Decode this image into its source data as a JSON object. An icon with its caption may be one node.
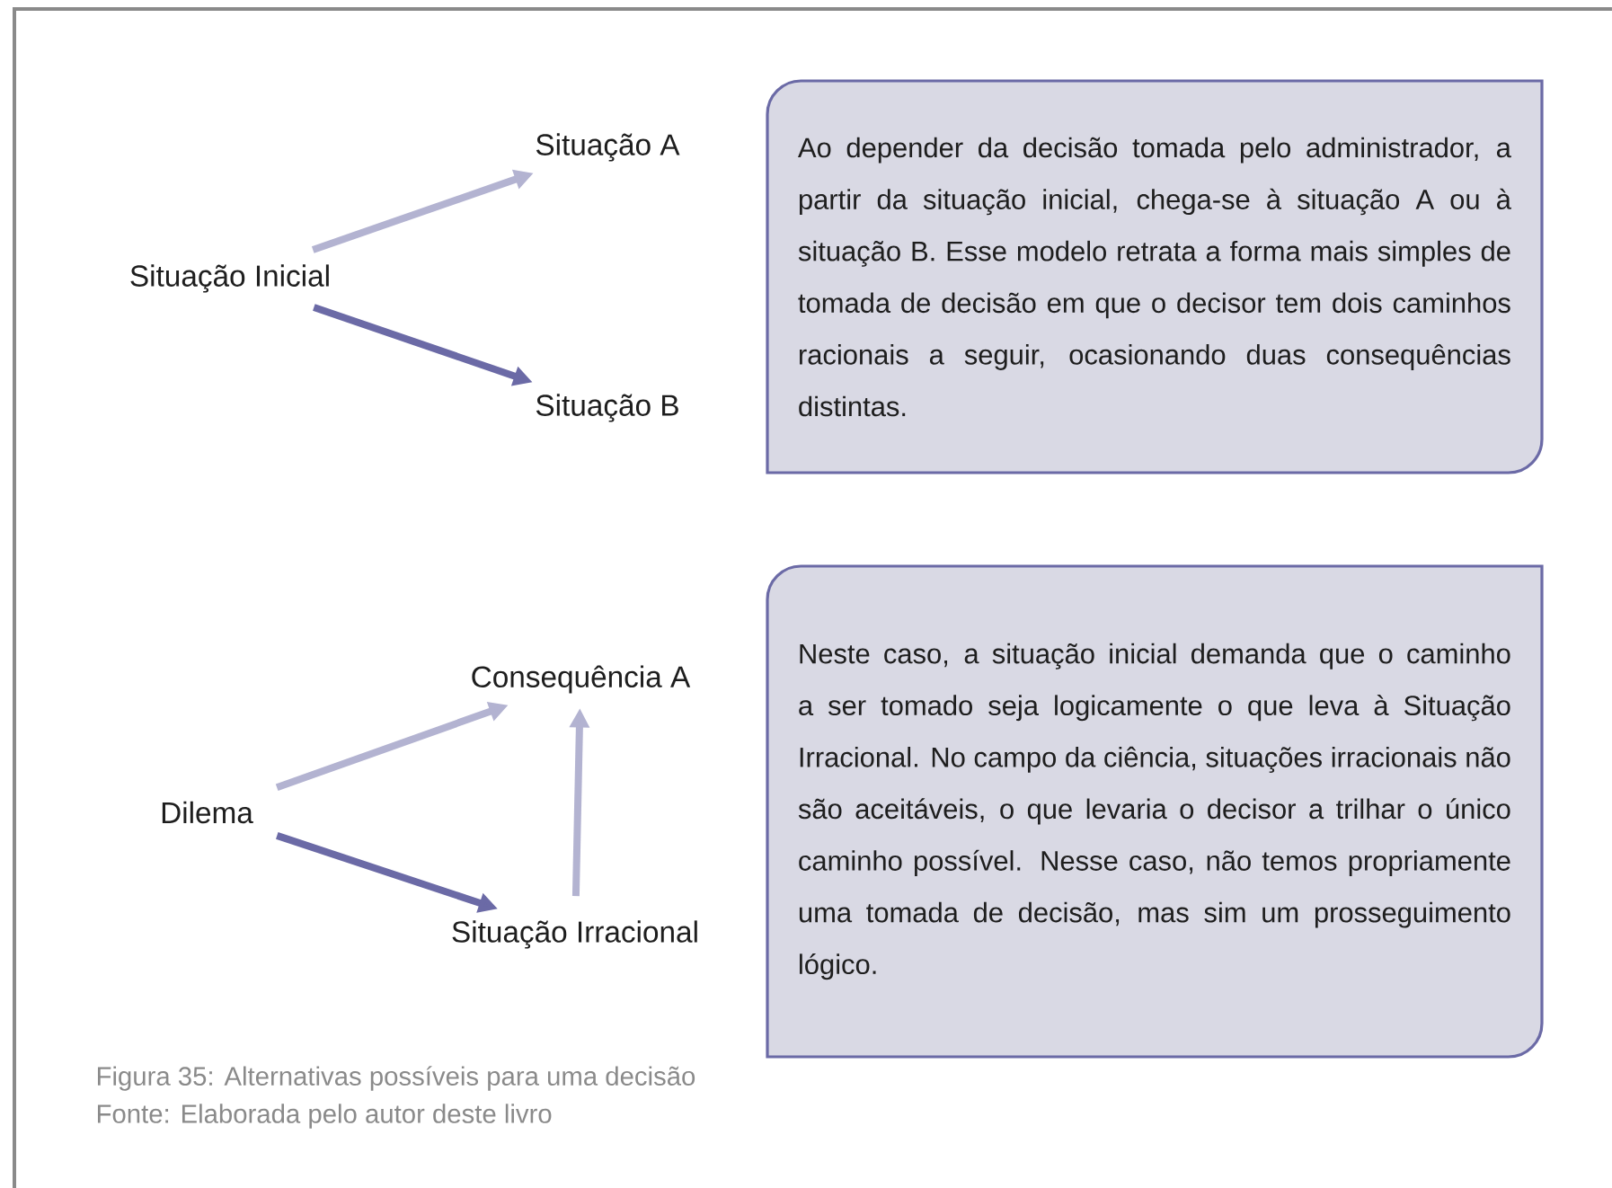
{
  "diagram": {
    "caption": "Figura 35: Alternativas possíveis para uma decisão",
    "nodes": [
      {
        "text": [
          "Situação Inicial"
        ]
      },
      {
        "text": [
          "Situação A"
        ]
      },
      {
        "text": [
          "Situação B"
        ]
      },
      {
        "text": [
          "Ao depender da decisão tomada pelo administrador, a partir da situação inicial, chega-se à situação A ou à situação B. Esse modelo retrata a forma mais simples de tomada de decisão em que o decisor tem dois caminhos racionais a seguir, ocasionando duas consequências distintas."
        ]
      },
      {
        "text": [
          "Consequência A"
        ]
      },
      {
        "text": [
          "Dilema"
        ]
      },
      {
        "text": [
          "Situação Irracional"
        ]
      },
      {
        "text": [
          "Neste caso, a situação inicial demanda que o caminho a ser tomado seja logicamente o que leva à Situação Irracional. No campo da ciência, situações irracionais não são aceitáveis, o que levaria o decisor a trilhar o único caminho possível. Nesse caso, não temos propriamente uma tomada de decisão, mas sim um prosseguimento lógico."
        ]
      }
    ],
    "edges": [
      {
        "from": 0,
        "to": 1,
        "arrow": "to"
      },
      {
        "from": 0,
        "to": 2,
        "arrow": "to",
        "color": "#6b6aa6"
      },
      {
        "from": 5,
        "to": 4,
        "arrow": "to"
      },
      {
        "from": 5,
        "to": 6,
        "arrow": "to",
        "color": "#6b6aa6"
      },
      {
        "from": 6,
        "to": 4,
        "arrow": "to"
      }
    ],
    "labels": [
      "Fonte: Elaborada pelo autor deste livro"
    ]
  }
}
